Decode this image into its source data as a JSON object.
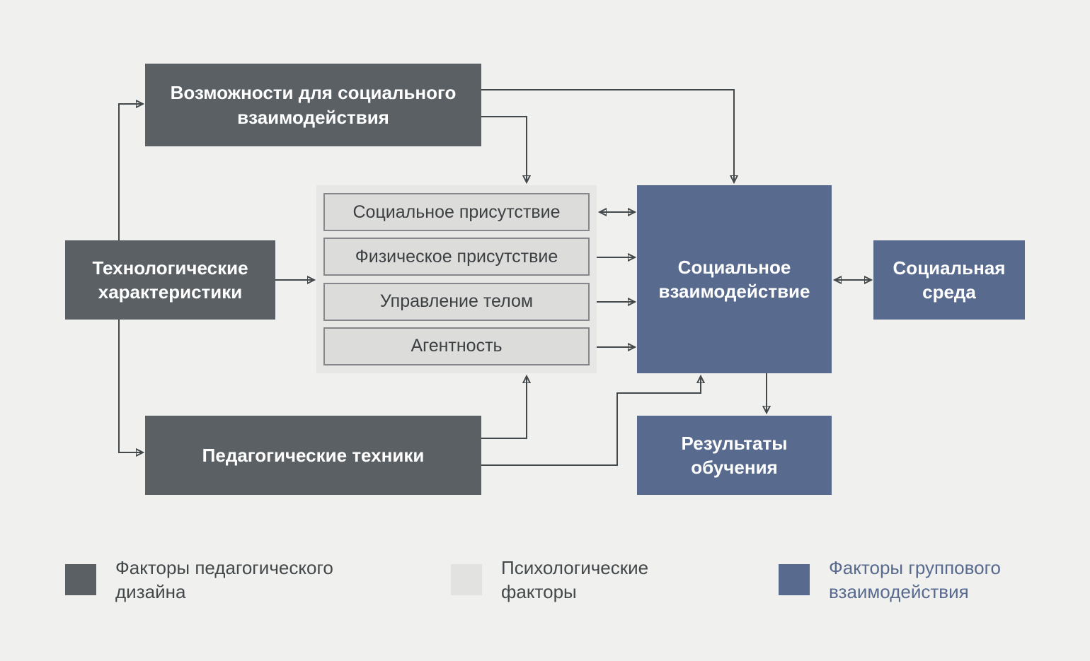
{
  "colors": {
    "background": "#f0f0ee",
    "pedagogical_design_fill": "#5a6064",
    "psychological_fill": "#e2e2e0",
    "psychological_box_fill": "#dcdcda",
    "psychological_box_border": "#85878a",
    "group_interaction_fill": "#586a8e",
    "arrow": "#43484b",
    "text_on_dark": "#ffffff",
    "text_dark": "#3c4043"
  },
  "nodes": {
    "opportunities": {
      "label": "Возможности для социального взаимодействия"
    },
    "tech_characteristics": {
      "label": "Технологические характеристики"
    },
    "pedagogical_techniques": {
      "label": "Педагогические техники"
    },
    "psychological_factors": {
      "items": [
        {
          "label": "Социальное присутствие"
        },
        {
          "label": "Физическое присутствие"
        },
        {
          "label": "Управление телом"
        },
        {
          "label": "Агентность"
        }
      ]
    },
    "social_interaction": {
      "label": "Социальное взаимодействие"
    },
    "social_environment": {
      "label": "Социальная среда"
    },
    "learning_outcomes": {
      "label": "Результаты обучения"
    }
  },
  "legend": {
    "items": [
      {
        "label": "Факторы педагогического дизайна",
        "swatch": "#5a6064"
      },
      {
        "label": "Психологические факторы",
        "swatch": "#e2e2e0"
      },
      {
        "label": "Факторы группового взаимодействия",
        "swatch": "#586a8e"
      }
    ]
  }
}
